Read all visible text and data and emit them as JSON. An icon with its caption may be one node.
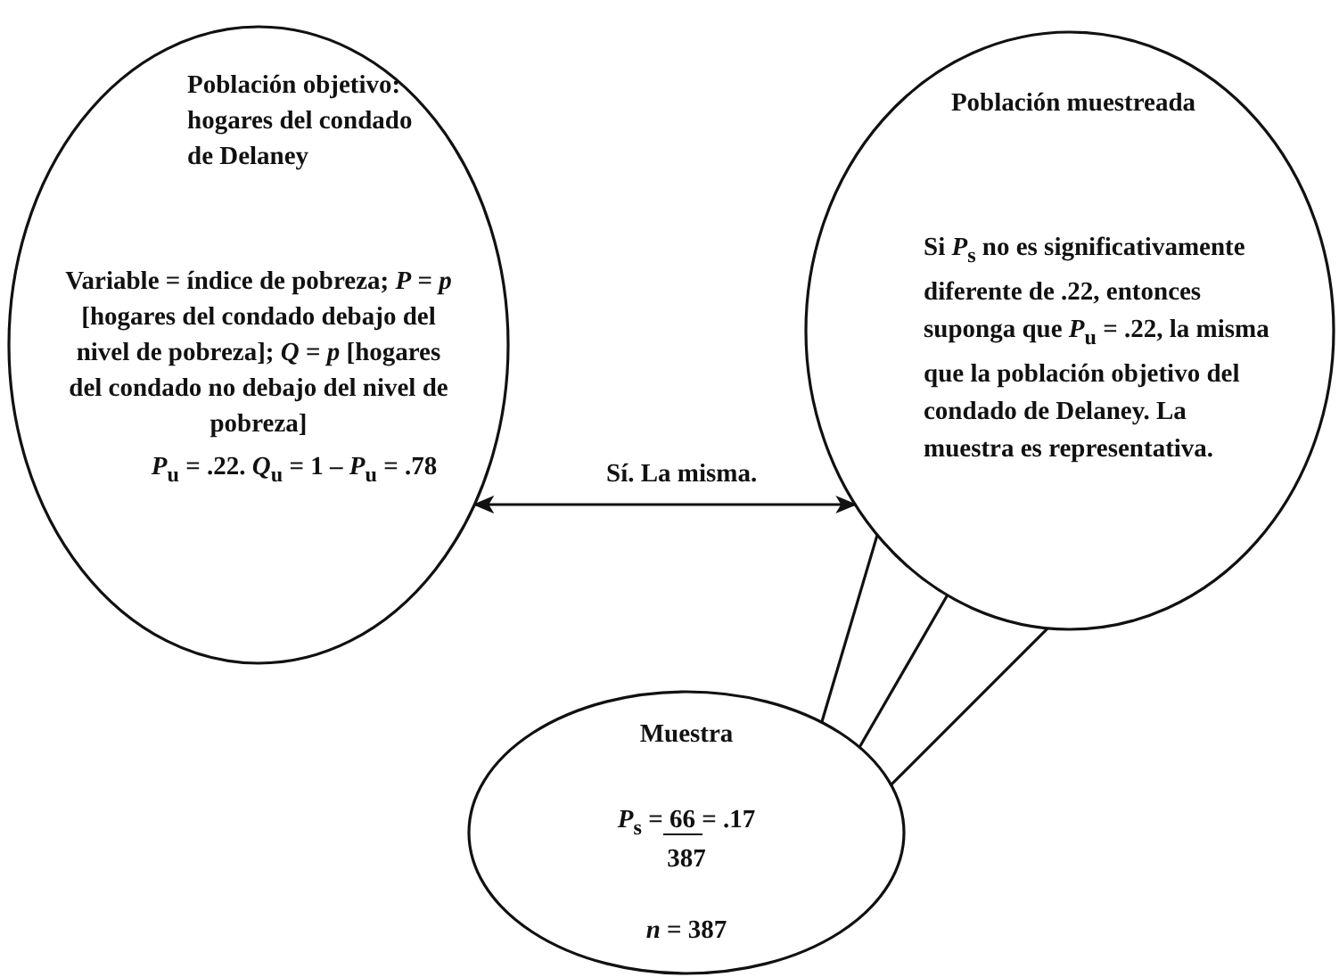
{
  "diagram": {
    "nodes": [
      {
        "text": [
          "Población objetivo: hogares del condado de Delaney",
          "Variable = índice de pobreza; *P* = *p* [hogares del condado debajo del nivel de pobreza]; *Q* = *p* [hogares del condado no debajo del nivel de pobreza]",
          "*P*$_{u}$ = .22.  *Q*$_{u}$ = 1 – *P*$_{u}$ = .78"
        ]
      },
      {
        "text": [
          "Población muestreada",
          "Si *P*$_{s}$ no es significativamente diferente de .22, entonces suponga que *P*$_{u}$ = .22, la misma que la población objetivo del condado de Delaney. La muestra es representativa."
        ]
      },
      {
        "text": [
          "Muestra",
          "*P*$_{s}$ = 66 = .17",
          "387",
          "*n* = 387"
        ]
      }
    ],
    "edges": [
      {
        "from": 0,
        "to": 1,
        "arrow": "both",
        "label": "Sí. La misma."
      },
      {
        "from": 2,
        "to": 1,
        "arrow": "none"
      },
      {
        "from": 2,
        "to": 1,
        "arrow": "none"
      },
      {
        "from": 2,
        "to": 1,
        "arrow": "none"
      }
    ]
  }
}
